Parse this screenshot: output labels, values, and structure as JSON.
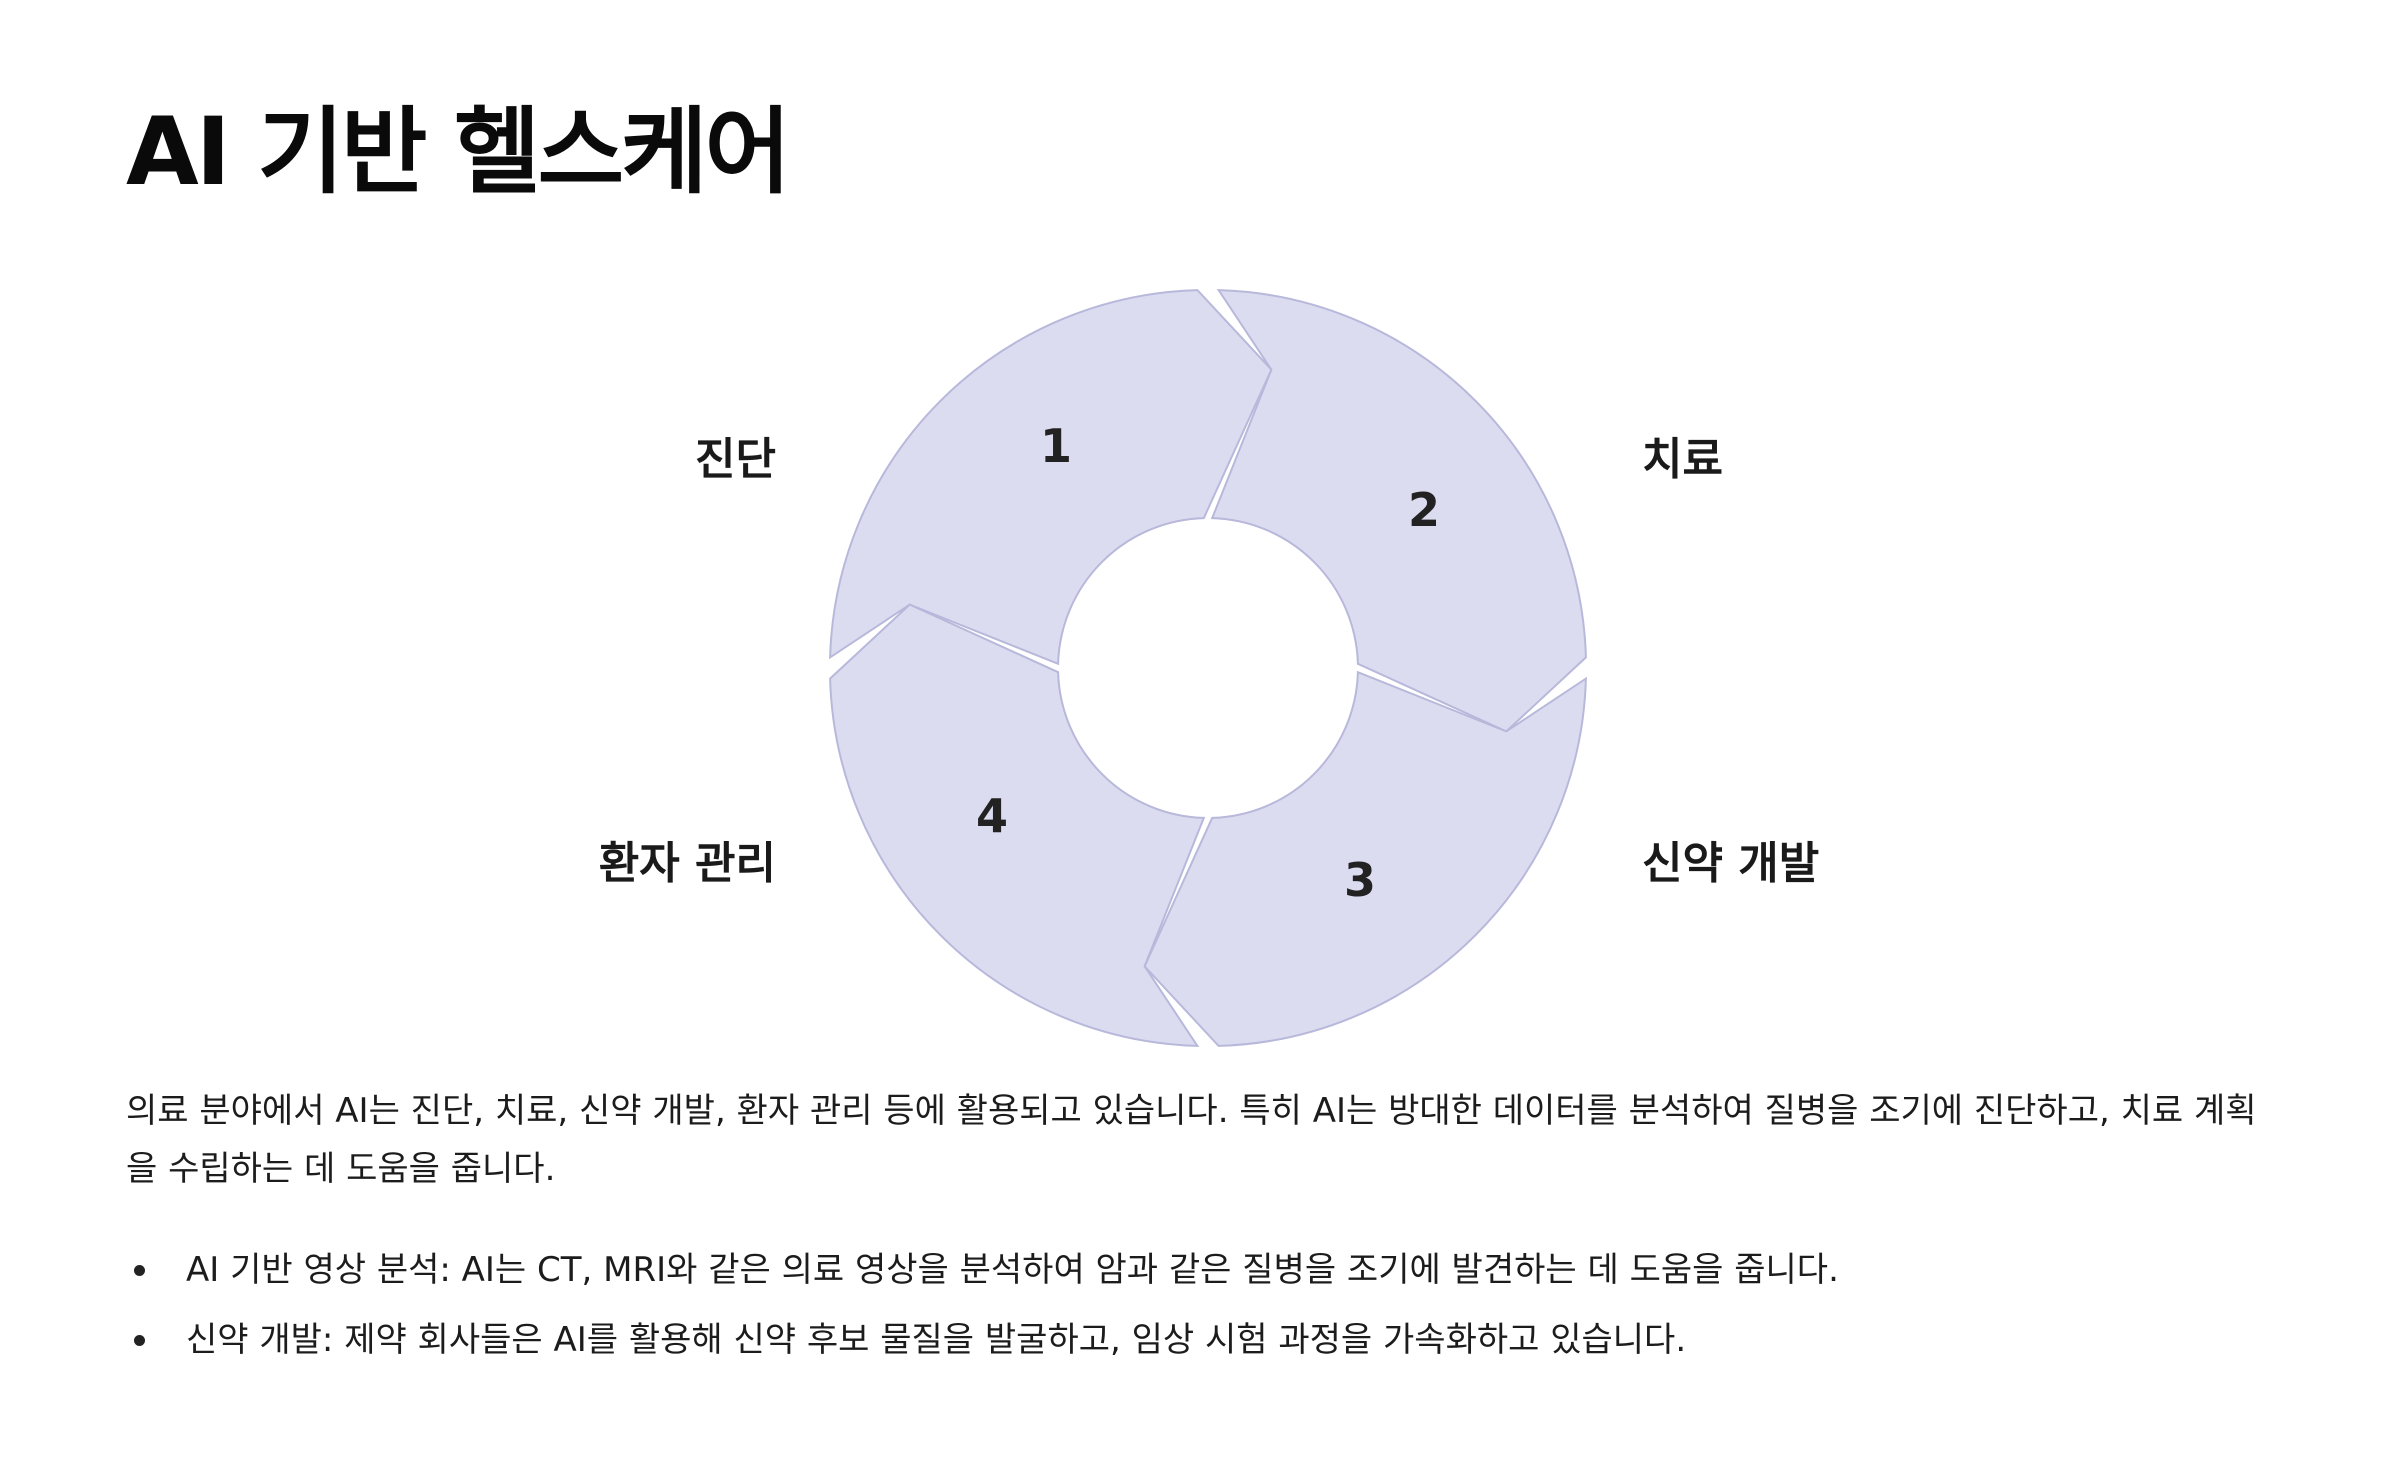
{
  "title": "AI 기반 헬스케어",
  "diagram": {
    "segments": [
      {
        "number": "1",
        "label": "진단"
      },
      {
        "number": "2",
        "label": "치료"
      },
      {
        "number": "3",
        "label": "신약 개발"
      },
      {
        "number": "4",
        "label": "환자 관리"
      }
    ],
    "colors": {
      "fill": "#dcdcf1",
      "stroke": "#b8b8db"
    }
  },
  "body": {
    "paragraph": "의료 분야에서 AI는 진단, 치료, 신약 개발, 환자 관리 등에 활용되고 있습니다. 특히 AI는 방대한 데이터를 분석하여 질병을 조기에 진단하고, 치료 계획을 수립하는 데 도움을 줍니다.",
    "bullets": [
      "AI 기반 영상 분석: AI는 CT, MRI와 같은 의료 영상을 분석하여 암과 같은 질병을 조기에 발견하는 데 도움을 줍니다.",
      "신약 개발: 제약 회사들은 AI를 활용해 신약 후보 물질을 발굴하고, 임상 시험 과정을 가속화하고 있습니다."
    ]
  }
}
